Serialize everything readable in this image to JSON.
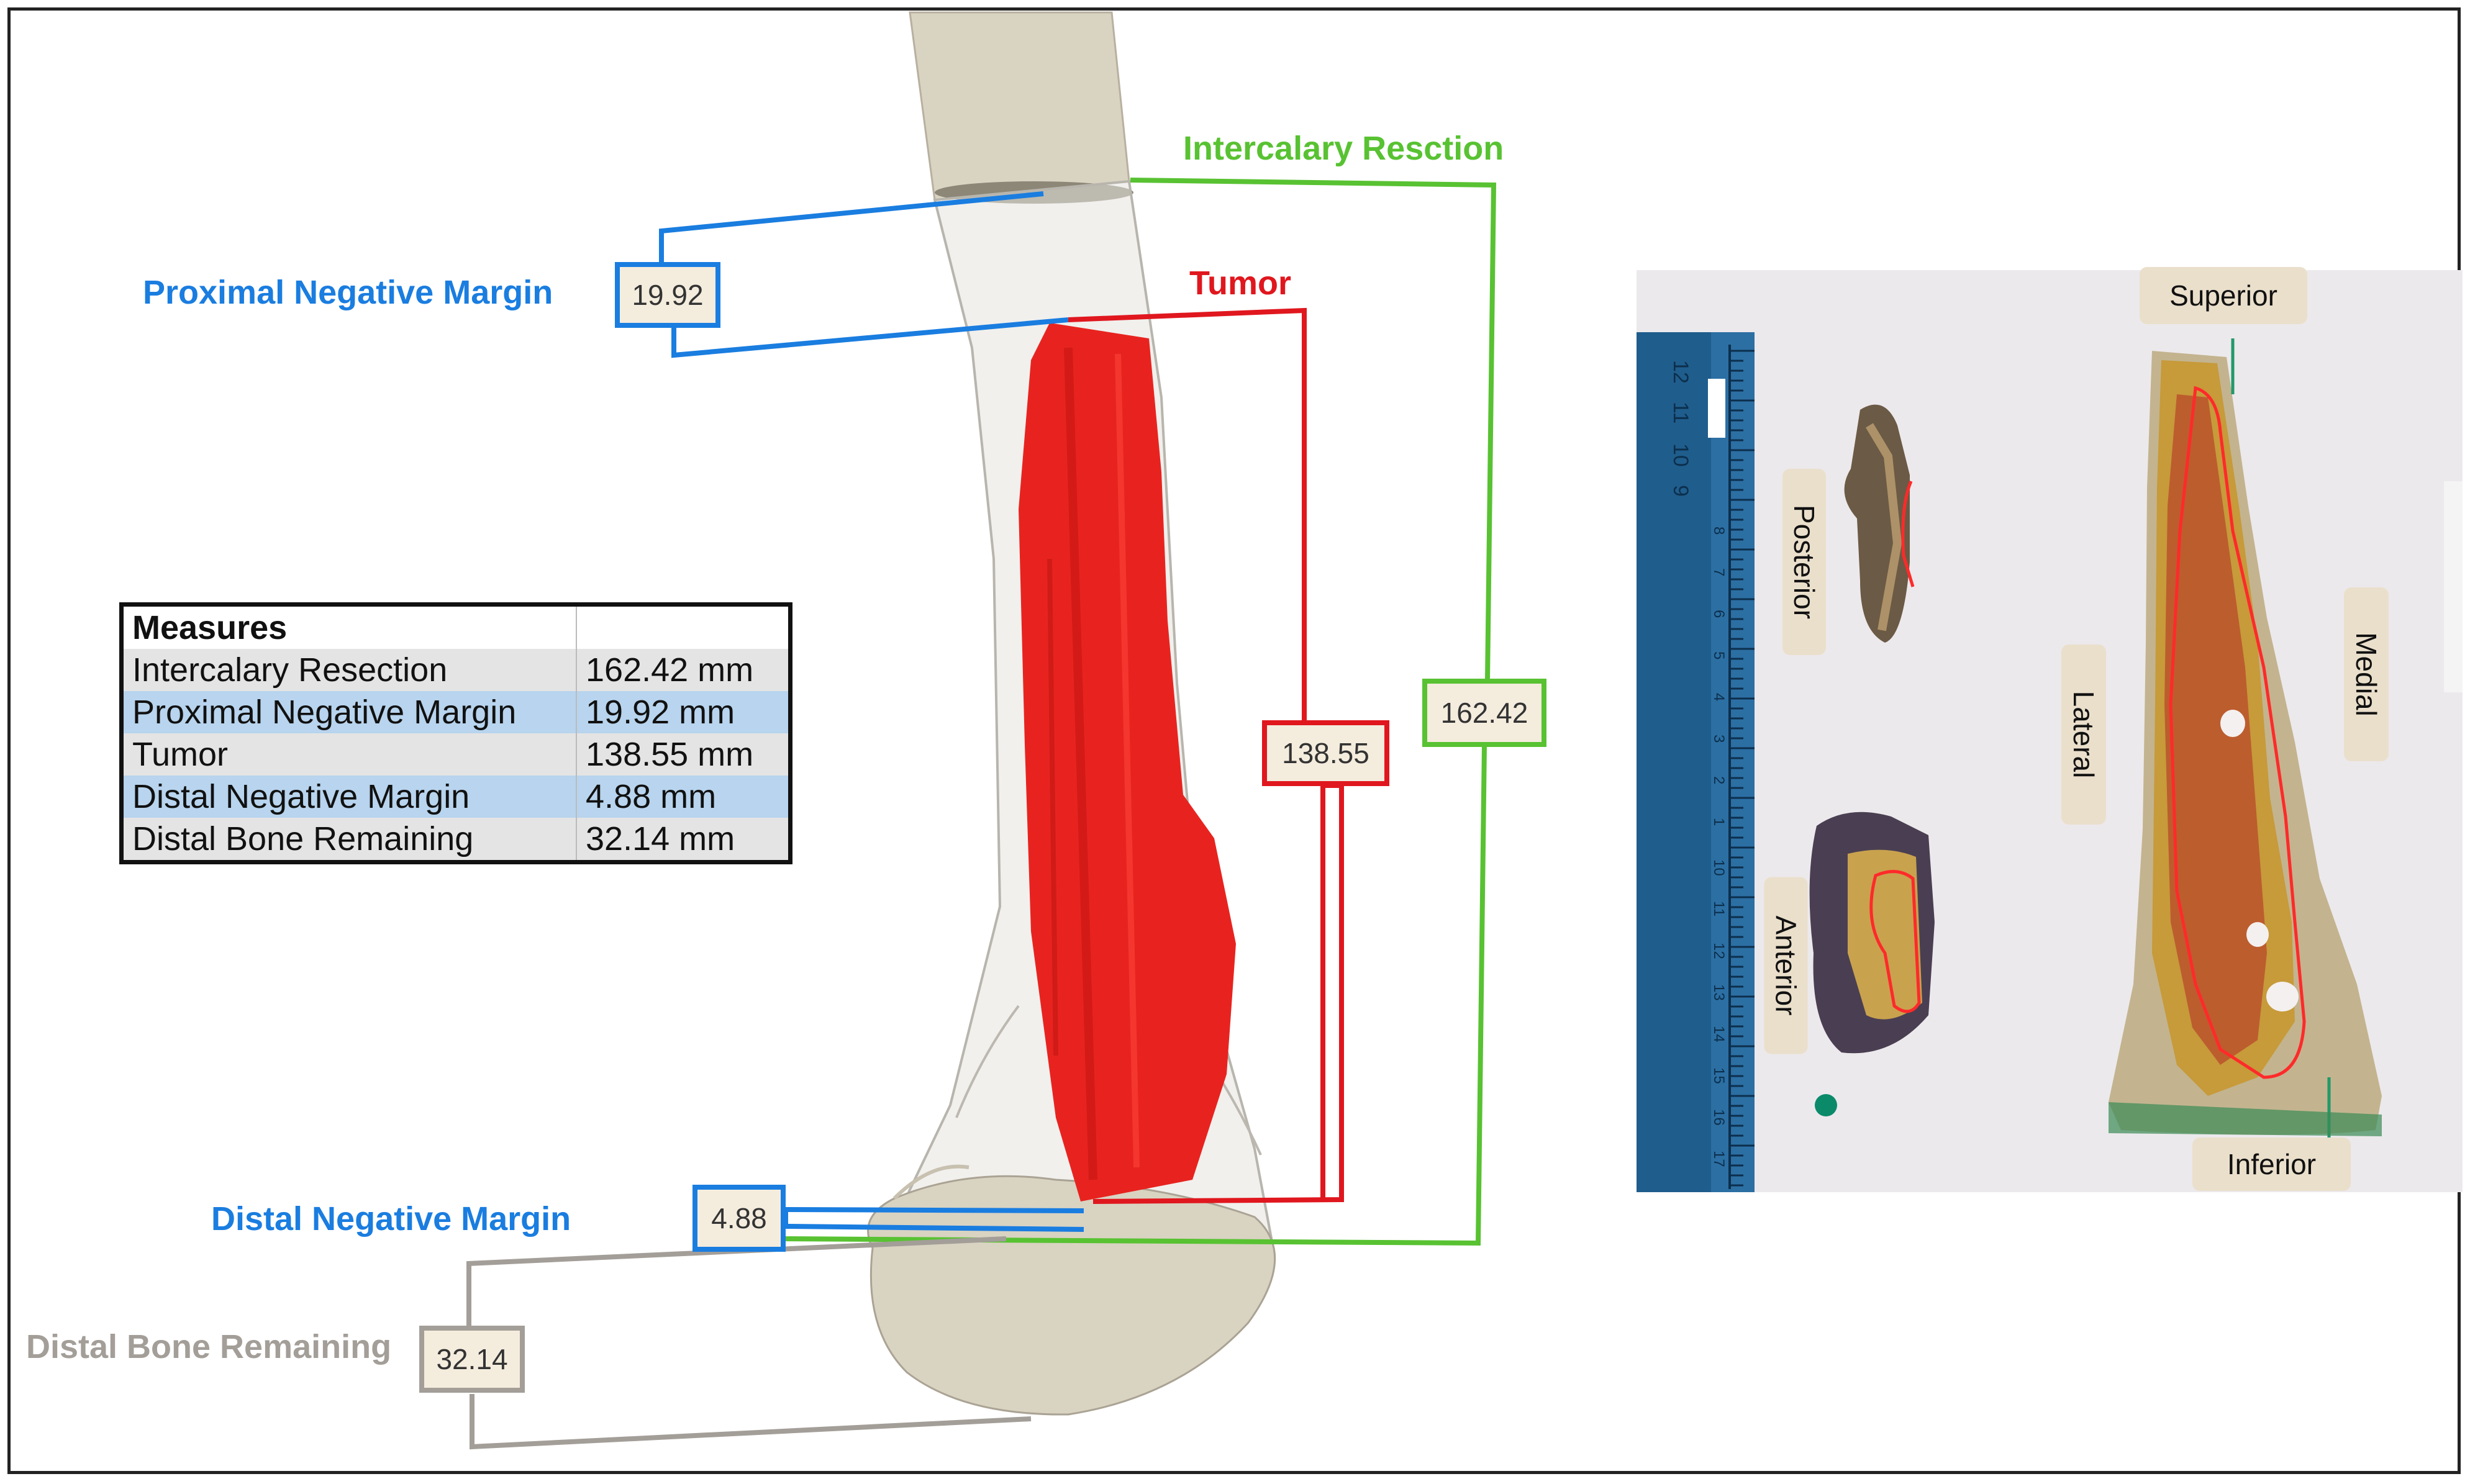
{
  "labels": {
    "intercalary": "Intercalary Resction",
    "proximal": "Proximal Negative Margin",
    "tumor": "Tumor",
    "distal": "Distal Negative Margin",
    "distal_remaining": "Distal Bone Remaining"
  },
  "values": {
    "proximal": "19.92",
    "tumor": "138.55",
    "intercalary": "162.42",
    "distal": "4.88",
    "distal_remaining": "32.14"
  },
  "colors": {
    "blue": "#1a7de0",
    "red": "#e0171e",
    "green": "#58c232",
    "grey": "#a39e98",
    "tumor_fill": "#e8231f",
    "bone": "#d9d3c2"
  },
  "measures": {
    "header": "Measures",
    "rows": [
      {
        "name": "Intercalary Resection",
        "value": "162.42 mm"
      },
      {
        "name": "Proximal Negative Margin",
        "value": "19.92 mm"
      },
      {
        "name": "Tumor",
        "value": "138.55 mm"
      },
      {
        "name": "Distal Negative Margin",
        "value": "4.88 mm"
      },
      {
        "name": "Distal Bone Remaining",
        "value": "32.14 mm"
      }
    ]
  },
  "photo": {
    "superior": "Superior",
    "inferior": "Inferior",
    "posterior": "Posterior",
    "anterior": "Anterior",
    "lateral": "Lateral",
    "medial": "Medial",
    "ruler_numbers": [
      "12",
      "11",
      "10",
      "9",
      "8",
      "7",
      "6",
      "5",
      "4",
      "3",
      "2",
      "1",
      "10",
      "11",
      "12",
      "13",
      "14",
      "15",
      "16",
      "17"
    ]
  }
}
